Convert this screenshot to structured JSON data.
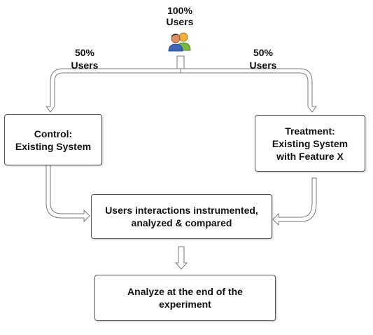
{
  "top": {
    "percent": "100%",
    "users": "Users"
  },
  "left_split": {
    "percent": "50%",
    "users": "Users"
  },
  "right_split": {
    "percent": "50%",
    "users": "Users"
  },
  "control_box": "Control:\nExisting System",
  "treatment_box": "Treatment:\nExisting System\nwith Feature X",
  "compare_box": "Users interactions instrumented,\nanalyzed & compared",
  "final_box": "Analyze at the end of the\nexperiment",
  "colors": {
    "arrow_fill": "#ffffff",
    "arrow_stroke": "#777777",
    "box_border": "#555555"
  },
  "icons": [
    "users-icon"
  ]
}
